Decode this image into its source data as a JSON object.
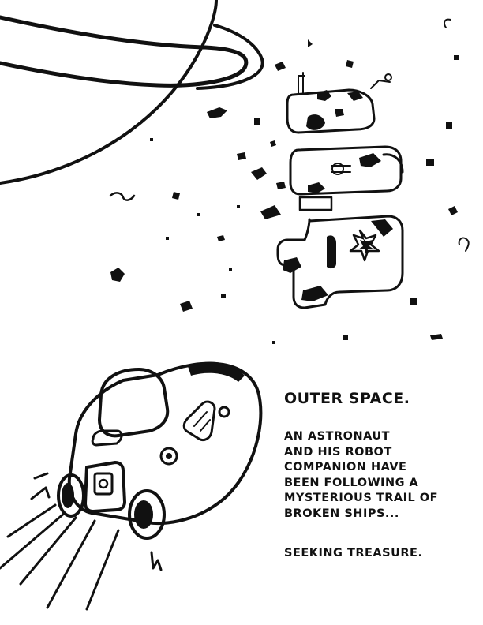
{
  "caption": {
    "heading": "OUTER SPACE.",
    "body_lines": [
      "AN ASTRONAUT",
      "AND HIS ROBOT",
      "COMPANION HAVE",
      "BEEN FOLLOWING A",
      "MYSTERIOUS TRAIL OF",
      "BROKEN SHIPS..."
    ],
    "tagline": "SEEKING TREASURE."
  },
  "illustration": {
    "style": "black ink line art on white",
    "elements": [
      "ringed-planet",
      "space-debris-field",
      "broken-ship-wreck",
      "space-pod-vehicle"
    ]
  }
}
